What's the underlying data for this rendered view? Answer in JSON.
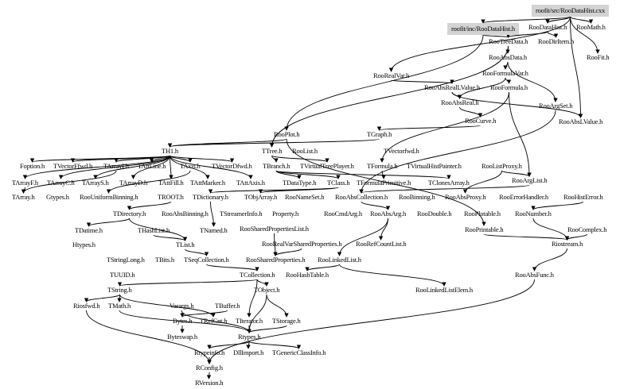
{
  "graph": {
    "title": "roofit/src/RooDataHist.cxx",
    "colors": {
      "highlight": "#d3d3d3",
      "edge": "#000000",
      "background": "#ffffff"
    },
    "nodes": [
      {
        "id": "cxx",
        "label": "roofit/src/RooDataHist.cxx",
        "highlight": true
      },
      {
        "id": "hdr",
        "label": "roofit/inc/RooDataHist.h",
        "highlight": true
      },
      {
        "id": "RooDataHist",
        "label": "RooDataHist.h"
      },
      {
        "id": "RooMath",
        "label": "RooMath.h"
      },
      {
        "id": "RooTreeData",
        "label": "RooTreeData.h"
      },
      {
        "id": "RooDirItem",
        "label": "RooDirItem.h"
      },
      {
        "id": "RooAbsData",
        "label": "RooAbsData.h"
      },
      {
        "id": "RooFit",
        "label": "RooFit.h"
      },
      {
        "id": "RooFormulaVar",
        "label": "RooFormulaVar.h"
      },
      {
        "id": "RooRealVar",
        "label": "RooRealVar.h"
      },
      {
        "id": "RooAbsRealLValue",
        "label": "RooAbsRealLValue.h"
      },
      {
        "id": "RooFormula",
        "label": "RooFormula.h"
      },
      {
        "id": "RooAbsReal",
        "label": "RooAbsReal.h"
      },
      {
        "id": "RooArgSet",
        "label": "RooArgSet.h"
      },
      {
        "id": "RooCurve",
        "label": "RooCurve.h"
      },
      {
        "id": "RooAbsLValue",
        "label": "RooAbsLValue.h"
      },
      {
        "id": "RooPlot",
        "label": "RooPlot.h"
      },
      {
        "id": "TGraph",
        "label": "TGraph.h"
      },
      {
        "id": "TH1",
        "label": "TH1.h"
      },
      {
        "id": "TTree",
        "label": "TTree.h"
      },
      {
        "id": "RooList",
        "label": "RooList.h"
      },
      {
        "id": "TVectorfwd",
        "label": "TVectorfwd.h"
      },
      {
        "id": "Foption",
        "label": "Foption.h"
      },
      {
        "id": "TVectorFfwd",
        "label": "TVectorFfwd.h"
      },
      {
        "id": "TArrayI",
        "label": "TArrayI.h"
      },
      {
        "id": "TAttLine",
        "label": "TAttLine.h"
      },
      {
        "id": "TAxis",
        "label": "TAxis.h"
      },
      {
        "id": "TVectorDfwd",
        "label": "TVectorDfwd.h"
      },
      {
        "id": "TBranch",
        "label": "TBranch.h"
      },
      {
        "id": "TVirtualTreePlayer",
        "label": "TVirtualTreePlayer.h"
      },
      {
        "id": "TFormula",
        "label": "TFormula.h"
      },
      {
        "id": "TVirtualHistPainter",
        "label": "TVirtualHistPainter.h"
      },
      {
        "id": "RooListProxy",
        "label": "RooListProxy.h"
      },
      {
        "id": "TArrayF",
        "label": "TArrayF.h"
      },
      {
        "id": "TArrayC",
        "label": "TArrayC.h"
      },
      {
        "id": "TArrayS",
        "label": "TArrayS.h"
      },
      {
        "id": "TArrayD",
        "label": "TArrayD.h"
      },
      {
        "id": "TAttFill",
        "label": "TAttFill.h"
      },
      {
        "id": "TAttMarker",
        "label": "TAttMarker.h"
      },
      {
        "id": "TAttAxis",
        "label": "TAttAxis.h"
      },
      {
        "id": "TDataType",
        "label": "TDataType.h"
      },
      {
        "id": "TClass",
        "label": "TClass.h"
      },
      {
        "id": "TFormulaPrimitive",
        "label": "TFormulaPrimitive.h"
      },
      {
        "id": "TClonesArray",
        "label": "TClonesArray.h"
      },
      {
        "id": "RooArgList",
        "label": "RooArgList.h"
      },
      {
        "id": "TArray",
        "label": "TArray.h"
      },
      {
        "id": "Gtypes",
        "label": "Gtypes.h"
      },
      {
        "id": "RooUniformBinning",
        "label": "RooUniformBinning.h"
      },
      {
        "id": "TROOT",
        "label": "TROOT.h"
      },
      {
        "id": "TDictionary",
        "label": "TDictionary.h"
      },
      {
        "id": "TObjArray",
        "label": "TObjArray.h"
      },
      {
        "id": "RooNameSet",
        "label": "RooNameSet.h"
      },
      {
        "id": "RooAbsCollection",
        "label": "RooAbsCollection.h"
      },
      {
        "id": "RooBinning",
        "label": "RooBinning.h"
      },
      {
        "id": "RooAbsProxy",
        "label": "RooAbsProxy.h"
      },
      {
        "id": "RooErrorHandler",
        "label": "RooErrorHandler.h"
      },
      {
        "id": "RooHistError",
        "label": "RooHistError.h"
      },
      {
        "id": "TDirectory",
        "label": "TDirectory.h"
      },
      {
        "id": "RooAbsBinning",
        "label": "RooAbsBinning.h"
      },
      {
        "id": "TStreamerInfo",
        "label": "TStreamerInfo.h"
      },
      {
        "id": "Property",
        "label": "Property.h"
      },
      {
        "id": "RooCmdArg",
        "label": "RooCmdArg.h"
      },
      {
        "id": "RooAbsArg",
        "label": "RooAbsArg.h"
      },
      {
        "id": "RooDouble",
        "label": "RooDouble.h"
      },
      {
        "id": "RooPlotable",
        "label": "RooPlotable.h"
      },
      {
        "id": "RooNumber",
        "label": "RooNumber.h"
      },
      {
        "id": "TDatime",
        "label": "TDatime.h"
      },
      {
        "id": "THashList",
        "label": "THashList.h"
      },
      {
        "id": "TNamed",
        "label": "TNamed.h"
      },
      {
        "id": "RooSharedPropertiesList",
        "label": "RooSharedPropertiesList.h"
      },
      {
        "id": "RooPrintable",
        "label": "RooPrintable.h"
      },
      {
        "id": "RooComplex",
        "label": "RooComplex.h"
      },
      {
        "id": "Htypes",
        "label": "Htypes.h"
      },
      {
        "id": "TList",
        "label": "TList.h"
      },
      {
        "id": "RooRealVarSharedProperties",
        "label": "RooRealVarSharedProperties.h"
      },
      {
        "id": "RooRefCountList",
        "label": "RooRefCountList.h"
      },
      {
        "id": "Riostream",
        "label": "Riostream.h"
      },
      {
        "id": "TStringLong",
        "label": "TStringLong.h"
      },
      {
        "id": "TBits",
        "label": "TBits.h"
      },
      {
        "id": "TSeqCollection",
        "label": "TSeqCollection.h"
      },
      {
        "id": "RooSharedProperties",
        "label": "RooSharedProperties.h"
      },
      {
        "id": "RooLinkedList",
        "label": "RooLinkedList.h"
      },
      {
        "id": "TUUID",
        "label": "TUUID.h"
      },
      {
        "id": "TCollection",
        "label": "TCollection.h"
      },
      {
        "id": "RooHashTable",
        "label": "RooHashTable.h"
      },
      {
        "id": "RooAbsFunc",
        "label": "RooAbsFunc.h"
      },
      {
        "id": "TString",
        "label": "TString.h"
      },
      {
        "id": "TObject",
        "label": "TObject.h"
      },
      {
        "id": "RooLinkedListElem",
        "label": "RooLinkedListElem.h"
      },
      {
        "id": "Riosfwd",
        "label": "Riosfwd.h"
      },
      {
        "id": "TMath",
        "label": "TMath.h"
      },
      {
        "id": "Varargs",
        "label": "Varargs.h"
      },
      {
        "id": "TBuffer",
        "label": "TBuffer.h"
      },
      {
        "id": "Bytes",
        "label": "Bytes.h"
      },
      {
        "id": "TRefCnt",
        "label": "TRefCnt.h"
      },
      {
        "id": "TIterator",
        "label": "TIterator.h"
      },
      {
        "id": "TStorage",
        "label": "TStorage.h"
      },
      {
        "id": "Byteswap",
        "label": "Byteswap.h"
      },
      {
        "id": "Rtypes",
        "label": "Rtypes.h"
      },
      {
        "id": "Rtypeinfo",
        "label": "Rtypeinfo.h"
      },
      {
        "id": "DllImport",
        "label": "DllImport.h"
      },
      {
        "id": "TGenericClassInfo",
        "label": "TGenericClassInfo.h"
      },
      {
        "id": "RConfig",
        "label": "RConfig.h"
      },
      {
        "id": "RVersion",
        "label": "RVersion.h"
      }
    ],
    "edges": [
      [
        "cxx",
        "hdr"
      ],
      [
        "cxx",
        "RooDataHist"
      ],
      [
        "cxx",
        "RooMath"
      ],
      [
        "cxx",
        "RooFit"
      ],
      [
        "cxx",
        "RooRealVar"
      ],
      [
        "cxx",
        "RooAbsLValue"
      ],
      [
        "hdr",
        "RooTreeData"
      ],
      [
        "RooDataHist",
        "RooTreeData"
      ],
      [
        "RooDataHist",
        "RooDirItem"
      ],
      [
        "hdr",
        "RooPlot"
      ],
      [
        "RooTreeData",
        "RooAbsData"
      ],
      [
        "RooTreeData",
        "TTree"
      ],
      [
        "RooAbsData",
        "RooFormulaVar"
      ],
      [
        "RooAbsData",
        "RooArgSet"
      ],
      [
        "RooFormulaVar",
        "RooFormula"
      ],
      [
        "RooFormulaVar",
        "RooAbsReal"
      ],
      [
        "RooRealVar",
        "RooAbsRealLValue"
      ],
      [
        "RooAbsRealLValue",
        "RooAbsReal"
      ],
      [
        "RooAbsRealLValue",
        "RooAbsLValue"
      ],
      [
        "RooAbsReal",
        "RooCurve"
      ],
      [
        "RooCurve",
        "TGraph"
      ],
      [
        "RooFormula",
        "RooArgList"
      ],
      [
        "RooFormula",
        "TFormula"
      ],
      [
        "RooArgSet",
        "RooAbsCollection"
      ],
      [
        "RooArgList",
        "RooAbsCollection"
      ],
      [
        "RooListProxy",
        "RooArgList"
      ],
      [
        "RooListProxy",
        "RooAbsProxy"
      ],
      [
        "RooPlot",
        "TH1"
      ],
      [
        "RooPlot",
        "RooPrintable"
      ],
      [
        "TGraph",
        "TH1"
      ],
      [
        "TH1",
        "Foption"
      ],
      [
        "TH1",
        "TVectorFfwd"
      ],
      [
        "TH1",
        "TArrayI"
      ],
      [
        "TH1",
        "TAttLine"
      ],
      [
        "TH1",
        "TAxis"
      ],
      [
        "TH1",
        "TVectorDfwd"
      ],
      [
        "TH1",
        "TArrayF"
      ],
      [
        "TH1",
        "TArrayC"
      ],
      [
        "TH1",
        "TArrayS"
      ],
      [
        "TH1",
        "TArrayD"
      ],
      [
        "TH1",
        "TAttFill"
      ],
      [
        "TH1",
        "TAttMarker"
      ],
      [
        "TH1",
        "TAttAxis"
      ],
      [
        "TTree",
        "TBranch"
      ],
      [
        "TTree",
        "TVirtualTreePlayer"
      ],
      [
        "TFormula",
        "TFormulaPrimitive"
      ],
      [
        "TBranch",
        "TDataType"
      ],
      [
        "TBranch",
        "TClass"
      ],
      [
        "TBranch",
        "TClonesArray"
      ],
      [
        "TArrayI",
        "TArray"
      ],
      [
        "TArrayF",
        "TArray"
      ],
      [
        "TAxis",
        "RooUniformBinning"
      ],
      [
        "TClass",
        "TDictionary"
      ],
      [
        "TClass",
        "TObjArray"
      ],
      [
        "TROOT",
        "TDirectory"
      ],
      [
        "TDirectory",
        "TDatime"
      ],
      [
        "TDirectory",
        "TList"
      ],
      [
        "TDictionary",
        "TNamed"
      ],
      [
        "RooAbsCollection",
        "RooAbsArg"
      ],
      [
        "RooAbsArg",
        "RooRefCountList"
      ],
      [
        "RooAbsArg",
        "RooLinkedList"
      ],
      [
        "RooLinkedList",
        "RooLinkedListElem"
      ],
      [
        "RooLinkedList",
        "RooHashTable"
      ],
      [
        "TList",
        "TSeqCollection"
      ],
      [
        "THashList",
        "TList"
      ],
      [
        "TSeqCollection",
        "TCollection"
      ],
      [
        "TCollection",
        "TObject"
      ],
      [
        "TCollection",
        "TString"
      ],
      [
        "TCollection",
        "TIterator"
      ],
      [
        "TObject",
        "Rtypes"
      ],
      [
        "TObject",
        "TStorage"
      ],
      [
        "TString",
        "TRefCnt"
      ],
      [
        "TString",
        "TMath"
      ],
      [
        "TString",
        "Riosfwd"
      ],
      [
        "TBuffer",
        "Bytes"
      ],
      [
        "Bytes",
        "Byteswap"
      ],
      [
        "Rtypes",
        "Rtypeinfo"
      ],
      [
        "Rtypes",
        "DllImport"
      ],
      [
        "Rtypes",
        "TGenericClassInfo"
      ],
      [
        "Rtypeinfo",
        "RConfig"
      ],
      [
        "RConfig",
        "RVersion"
      ],
      [
        "RooNumber",
        "Riostream"
      ],
      [
        "RooPrintable",
        "Riostream"
      ],
      [
        "RooComplex",
        "Riostream"
      ],
      [
        "Riostream",
        "RooAbsFunc"
      ],
      [
        "RooSharedPropertiesList",
        "RooSharedProperties"
      ],
      [
        "RooRealVarSharedProperties",
        "RooSharedProperties"
      ],
      [
        "TStorage",
        "Rtypes"
      ],
      [
        "TIterator",
        "Rtypes"
      ],
      [
        "RooHistError",
        "RooNumber"
      ],
      [
        "RooAbsFunc",
        "RConfig"
      ],
      [
        "Riosfwd",
        "RConfig"
      ],
      [
        "TMath",
        "Rtypes"
      ],
      [
        "Varargs",
        "Rtypes"
      ]
    ]
  }
}
